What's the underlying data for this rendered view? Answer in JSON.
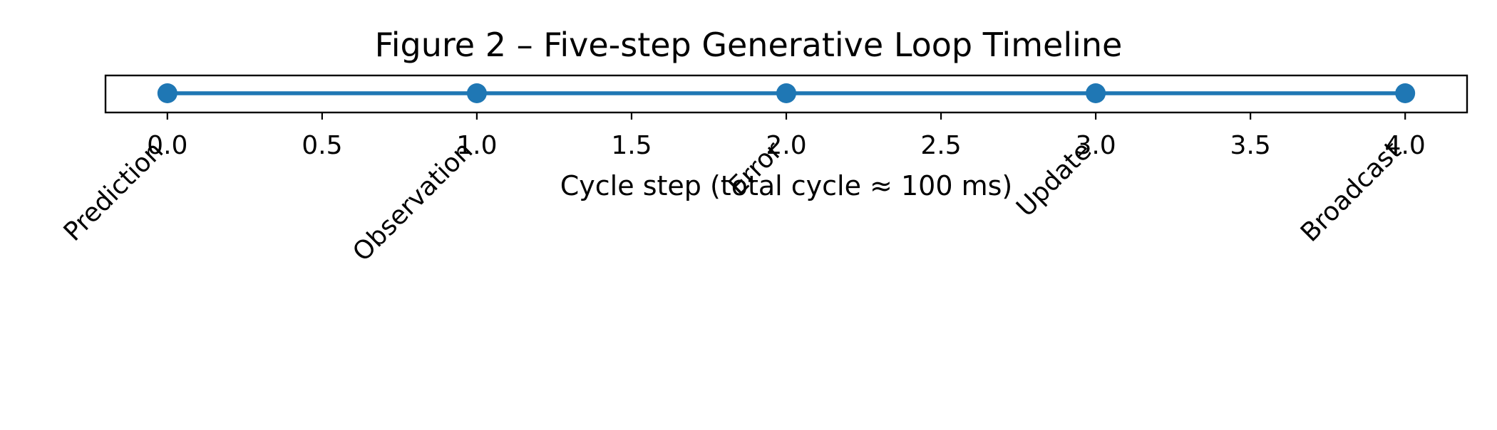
{
  "chart_data": {
    "type": "line",
    "title": "Figure 2 – Five-step Generative Loop Timeline",
    "xlabel": "Cycle step (total cycle ≈ 100 ms)",
    "ylabel": "",
    "xlim": [
      -0.2,
      4.2
    ],
    "x_ticks": [
      0.0,
      0.5,
      1.0,
      1.5,
      2.0,
      2.5,
      3.0,
      3.5,
      4.0
    ],
    "x_tick_labels": [
      "0.0",
      "0.5",
      "1.0",
      "1.5",
      "2.0",
      "2.5",
      "3.0",
      "3.5",
      "4.0"
    ],
    "grid": false,
    "legend": "none",
    "series": [
      {
        "x": [
          0,
          1,
          2,
          3,
          4
        ],
        "y": [
          0,
          0,
          0,
          0,
          0
        ],
        "labels": [
          "Prediction",
          "Observation",
          "Error",
          "Update",
          "Broadcast"
        ],
        "color": "#1f77b4",
        "marker": "circle"
      }
    ]
  }
}
